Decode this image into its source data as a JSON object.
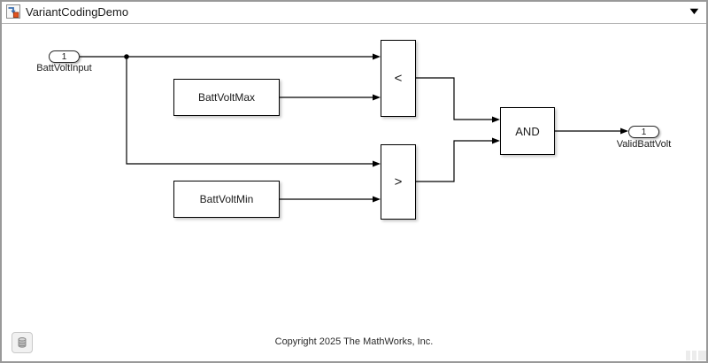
{
  "window": {
    "title": "VariantCodingDemo",
    "icons": {
      "model_icon": "simulink-model-icon",
      "dropdown_glyph": "▼",
      "data_browser_icon": "database-icon"
    }
  },
  "diagram": {
    "inport": {
      "number": "1",
      "label": "BattVoltInput"
    },
    "outport": {
      "number": "1",
      "label": "ValidBattVolt"
    },
    "blocks": {
      "battvoltmax": "BattVoltMax",
      "battvoltmin": "BattVoltMin",
      "less_than": "<",
      "greater_than": ">",
      "and_op": "AND"
    },
    "annotation": "Copyright 2025 The MathWorks, Inc."
  },
  "colors": {
    "window_border": "#999999",
    "titlebar_separator": "#b3b3b3",
    "block_border": "#000000",
    "wire": "#000000",
    "background": "#ffffff",
    "model_icon_blue": "#3a6fb0",
    "model_icon_orange": "#e2521f"
  }
}
